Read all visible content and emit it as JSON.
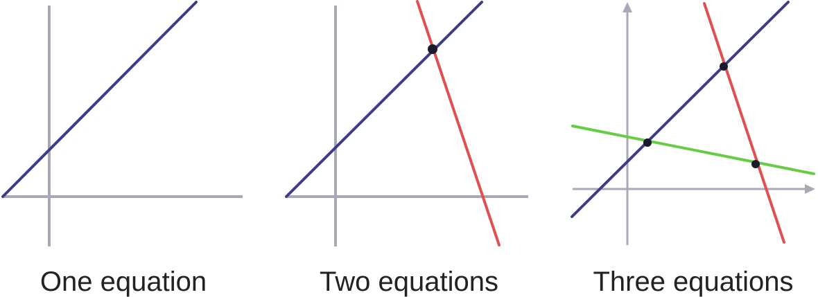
{
  "panels": [
    {
      "caption": "One equation",
      "lines": [
        {
          "name": "line-1",
          "color": "#3c3c8a"
        }
      ],
      "intersections": []
    },
    {
      "caption": "Two equations",
      "lines": [
        {
          "name": "line-1",
          "color": "#3c3c8a"
        },
        {
          "name": "line-2",
          "color": "#e05050"
        }
      ],
      "intersections": [
        {
          "between": [
            "line-1",
            "line-2"
          ]
        }
      ]
    },
    {
      "caption": "Three equations",
      "lines": [
        {
          "name": "line-1",
          "color": "#3c3c8a"
        },
        {
          "name": "line-2",
          "color": "#e05050"
        },
        {
          "name": "line-3",
          "color": "#66cc44"
        }
      ],
      "intersections": [
        {
          "between": [
            "line-1",
            "line-2"
          ]
        },
        {
          "between": [
            "line-1",
            "line-3"
          ]
        },
        {
          "between": [
            "line-2",
            "line-3"
          ]
        }
      ]
    }
  ],
  "axis_color": "#a8a8b8",
  "point_color": "#1a1a2a"
}
